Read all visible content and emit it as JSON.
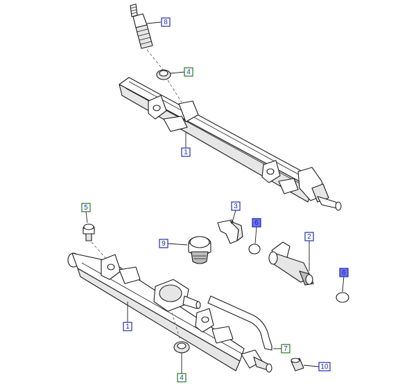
{
  "colors": {
    "border_blue": "#1f2ea8",
    "border_green": "#1d7a22",
    "fill_blue": "#6f6ff0",
    "text": "#1f2ea8"
  },
  "callouts": [
    {
      "label": "8",
      "style": "blue-outline"
    },
    {
      "label": "4",
      "style": "green-outline"
    },
    {
      "label": "1",
      "style": "blue-outline"
    },
    {
      "label": "5",
      "style": "green-outline"
    },
    {
      "label": "3",
      "style": "blue-outline"
    },
    {
      "label": "6",
      "style": "blue-filled"
    },
    {
      "label": "2",
      "style": "blue-outline"
    },
    {
      "label": "9",
      "style": "blue-outline"
    },
    {
      "label": "6",
      "style": "blue-filled"
    },
    {
      "label": "1",
      "style": "blue-outline"
    },
    {
      "label": "7",
      "style": "green-outline"
    },
    {
      "label": "4",
      "style": "green-outline"
    },
    {
      "label": "10",
      "style": "blue-outline"
    }
  ]
}
